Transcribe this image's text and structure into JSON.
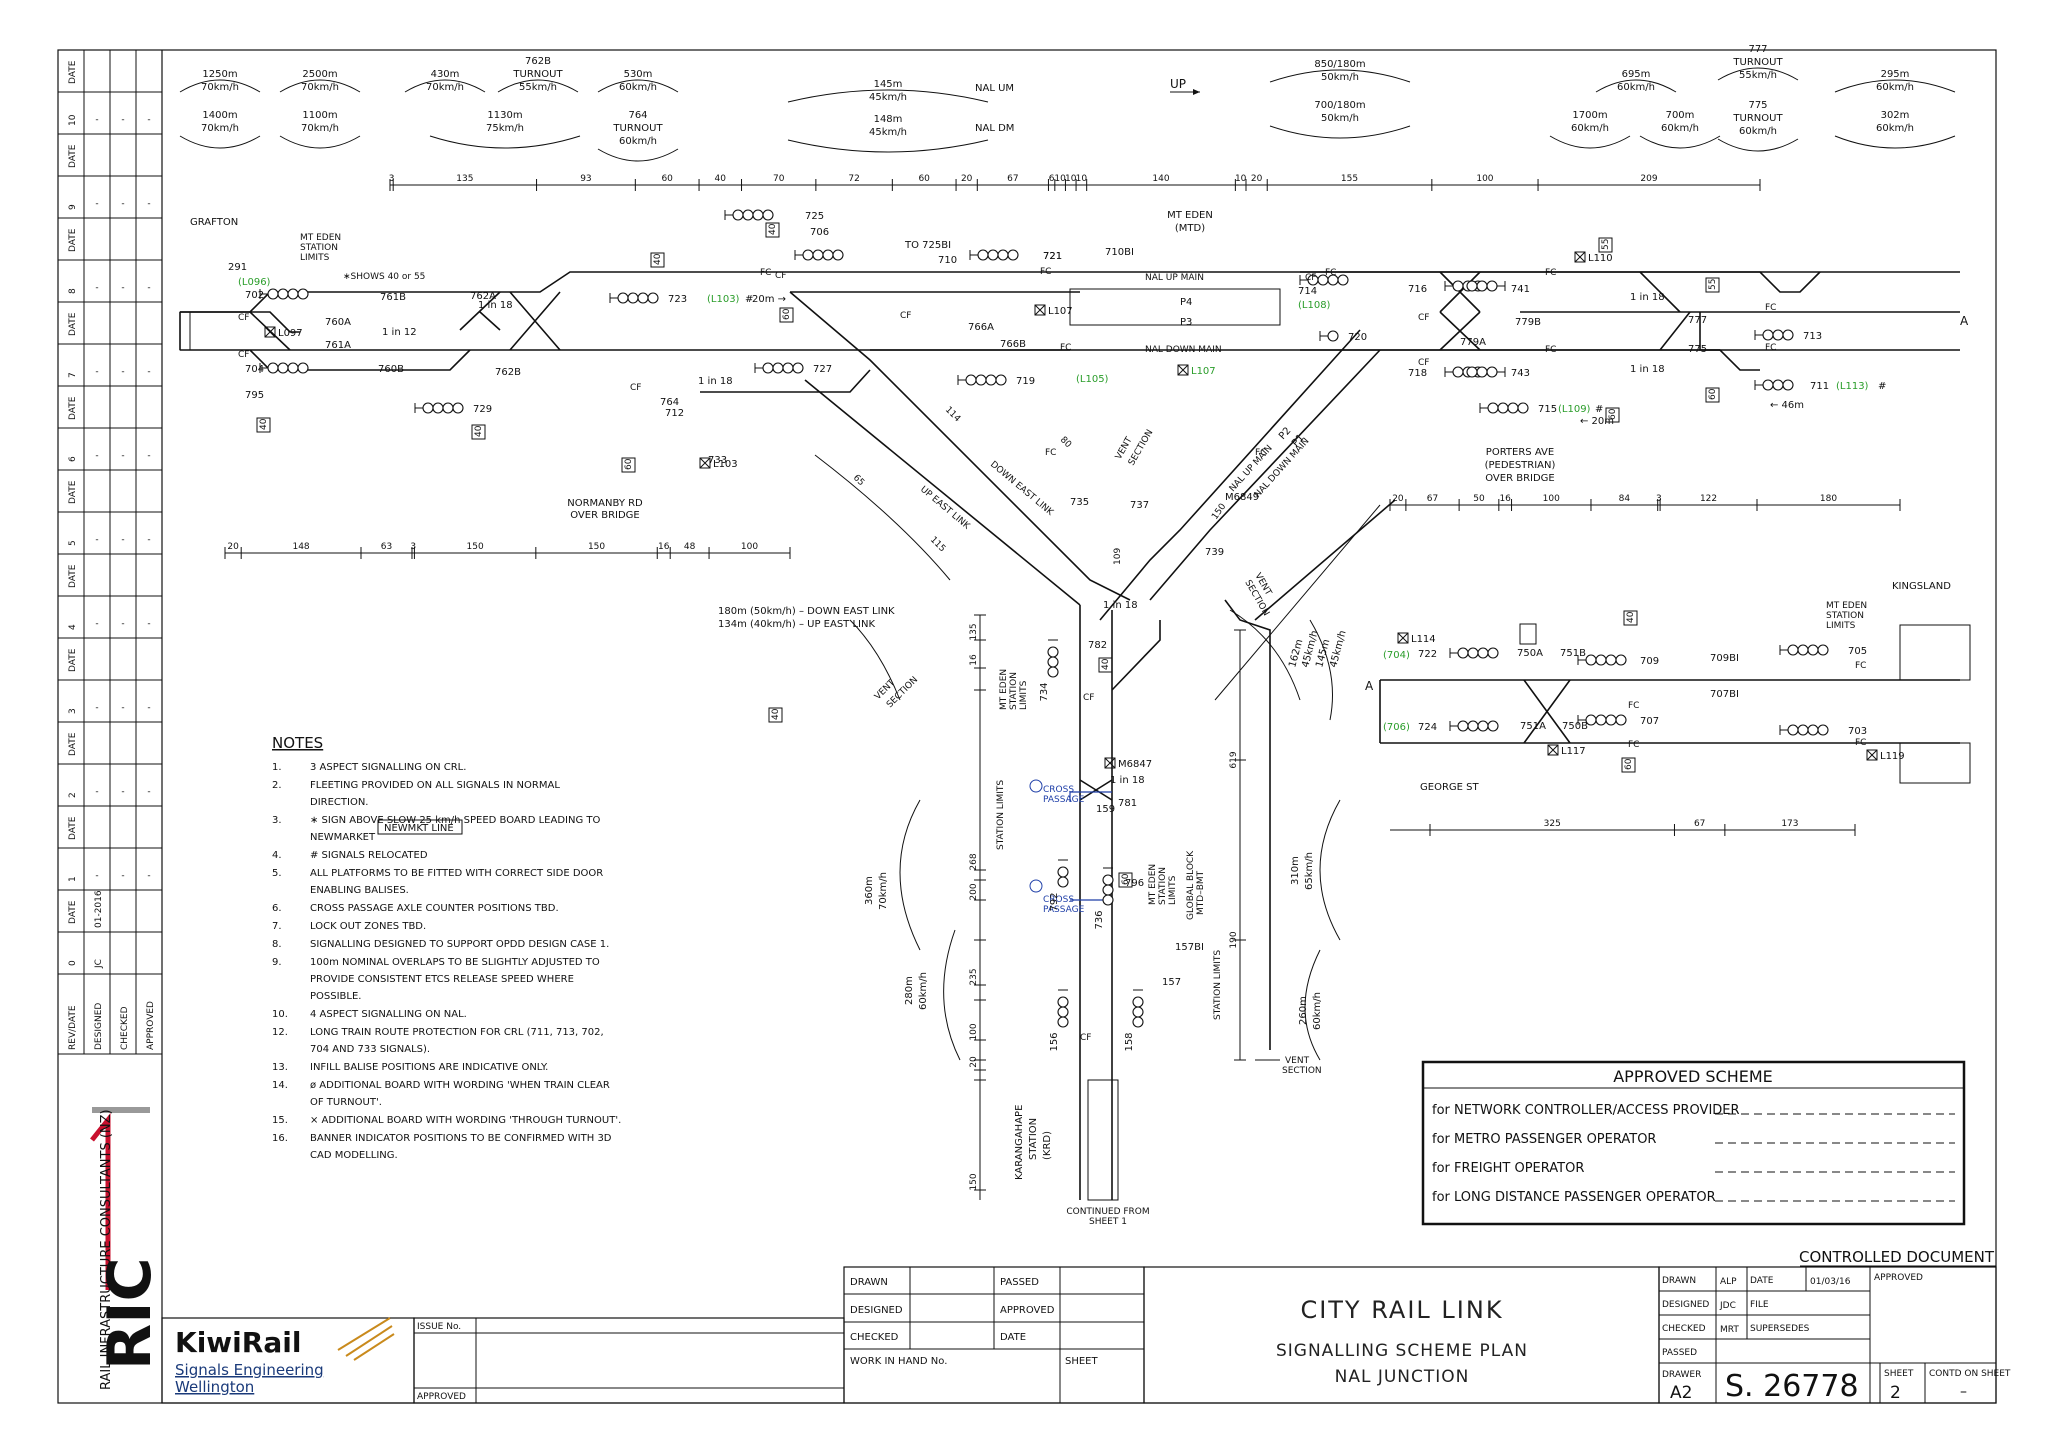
{
  "rev_block": {
    "columns": [
      "DATE",
      "10",
      "DATE",
      "9",
      "DATE",
      "8",
      "DATE",
      "7",
      "DATE",
      "6",
      "DATE",
      "5",
      "DATE",
      "4",
      "DATE",
      "3",
      "DATE",
      "2",
      "DATE",
      "1",
      "DATE",
      "0"
    ],
    "rev0": {
      "designed": "JC",
      "date": "01-2016"
    },
    "labels": {
      "rev": "REV/DATE",
      "designed": "DESIGNED",
      "checked": "CHECKED",
      "approved": "APPROVED"
    },
    "dash": "-"
  },
  "company_vertical": "RAIL INFRASTRUCTURE CONSULTANTS (NZ)",
  "logo_letters": "RIC",
  "kiwirail": {
    "name": "KiwiRail",
    "line1": "Signals Engineering",
    "line2": "Wellington"
  },
  "issue_block": {
    "issue": "ISSUE No.",
    "approved": "APPROVED"
  },
  "sign_block": {
    "drawn": "DRAWN",
    "passed": "PASSED",
    "designed": "DESIGNED",
    "approved": "APPROVED",
    "checked": "CHECKED",
    "date": "DATE",
    "work": "WORK IN HAND No.",
    "sheet": "SHEET"
  },
  "title_block": {
    "title": "CITY RAIL LINK",
    "subtitle1": "SIGNALLING SCHEME PLAN",
    "subtitle2": "NAL JUNCTION",
    "drawn": "DRAWN",
    "drawn_by": "ALP",
    "date_label": "DATE",
    "date": "01/03/16",
    "approved": "APPROVED",
    "designed": "DESIGNED",
    "designed_by": "JDC",
    "file": "FILE",
    "checked": "CHECKED",
    "checked_by": "MRT",
    "supersedes": "SUPERSEDES",
    "passed": "PASSED",
    "drawer": "DRAWER",
    "drawer_val": "A2",
    "number": "S. 26778",
    "sheet_label": "SHEET",
    "sheet": "2",
    "contd": "CONTD ON SHEET",
    "contd_val": "–"
  },
  "controlled": "CONTROLLED DOCUMENT",
  "approved_scheme": {
    "title": "APPROVED SCHEME",
    "rows": [
      "for NETWORK CONTROLLER/ACCESS PROVIDER",
      "for METRO PASSENGER OPERATOR",
      "for FREIGHT OPERATOR",
      "for LONG DISTANCE PASSENGER OPERATOR"
    ]
  },
  "notes": {
    "heading": "NOTES",
    "items": [
      {
        "n": "1.",
        "lines": [
          "3 ASPECT SIGNALLING ON CRL."
        ]
      },
      {
        "n": "2.",
        "lines": [
          "FLEETING PROVIDED ON ALL SIGNALS IN NORMAL",
          "DIRECTION."
        ]
      },
      {
        "n": "3.",
        "lines": [
          "∗ SIGN ABOVE SLOW 25 km/h SPEED BOARD LEADING TO",
          "NEWMARKET"
        ]
      },
      {
        "n": "4.",
        "lines": [
          "# SIGNALS RELOCATED"
        ]
      },
      {
        "n": "5.",
        "lines": [
          "ALL PLATFORMS TO BE FITTED WITH CORRECT SIDE DOOR",
          "ENABLING BALISES."
        ]
      },
      {
        "n": "6.",
        "lines": [
          "CROSS PASSAGE AXLE COUNTER POSITIONS TBD."
        ]
      },
      {
        "n": "7.",
        "lines": [
          "LOCK OUT ZONES TBD."
        ]
      },
      {
        "n": "8.",
        "lines": [
          "SIGNALLING DESIGNED TO SUPPORT OPDD DESIGN CASE 1."
        ]
      },
      {
        "n": "9.",
        "lines": [
          "100m NOMINAL OVERLAPS TO BE SLIGHTLY ADJUSTED TO",
          "PROVIDE CONSISTENT ETCS RELEASE SPEED WHERE",
          "POSSIBLE."
        ]
      },
      {
        "n": "10.",
        "lines": [
          "4 ASPECT SIGNALLING ON NAL."
        ]
      },
      {
        "n": "12.",
        "lines": [
          "LONG TRAIN ROUTE PROTECTION FOR CRL (711, 713, 702,",
          "704 AND 733 SIGNALS)."
        ]
      },
      {
        "n": "13.",
        "lines": [
          "INFILL BALISE POSITIONS ARE INDICATIVE ONLY."
        ]
      },
      {
        "n": "14.",
        "lines": [
          "ø ADDITIONAL BOARD WITH WORDING 'WHEN TRAIN CLEAR",
          "OF TURNOUT'."
        ]
      },
      {
        "n": "15.",
        "lines": [
          "⨯ ADDITIONAL BOARD WITH WORDING 'THROUGH TURNOUT'."
        ]
      },
      {
        "n": "16.",
        "lines": [
          "BANNER INDICATOR POSITIONS TO BE CONFIRMED WITH 3D",
          "CAD MODELLING."
        ]
      }
    ],
    "newmkt_box": "NEWMKT LINE"
  },
  "speed_arcs": [
    {
      "t1": "1250m",
      "t2": "70km/h"
    },
    {
      "t1": "2500m",
      "t2": "70km/h"
    },
    {
      "t1": "430m",
      "t2": "70km/h"
    },
    {
      "t1": "762B",
      "t2": "TURNOUT",
      "t3": "55km/h"
    },
    {
      "t1": "530m",
      "t2": "60km/h"
    },
    {
      "t1": "1400m",
      "t2": "70km/h"
    },
    {
      "t1": "1100m",
      "t2": "70km/h"
    },
    {
      "t1": "1130m",
      "t2": "75km/h"
    },
    {
      "t1": "764",
      "t2": "TURNOUT",
      "t3": "60km/h"
    },
    {
      "t1": "145m",
      "t2": "45km/h"
    },
    {
      "t1": "148m",
      "t2": "45km/h"
    },
    {
      "t1": "850/180m",
      "t2": "50km/h"
    },
    {
      "t1": "700/180m",
      "t2": "50km/h"
    },
    {
      "t1": "695m",
      "t2": "60km/h"
    },
    {
      "t1": "777",
      "t2": "TURNOUT",
      "t3": "55km/h"
    },
    {
      "t1": "295m",
      "t2": "60km/h"
    },
    {
      "t1": "1700m",
      "t2": "60km/h"
    },
    {
      "t1": "700m",
      "t2": "60km/h"
    },
    {
      "t1": "775",
      "t2": "TURNOUT",
      "t3": "60km/h"
    },
    {
      "t1": "302m",
      "t2": "60km/h"
    }
  ],
  "top_labels": {
    "nal_um": "NAL UM",
    "nal_dm": "NAL DM",
    "up": "UP"
  },
  "top_chain": [
    "3",
    "135",
    "93",
    "60",
    "40",
    "70",
    "72",
    "60",
    "20",
    "67",
    "6",
    "10",
    "10",
    "10",
    "140",
    "10",
    "20",
    "155",
    "100",
    "209"
  ],
  "left_chain": [
    "20",
    "148",
    "63",
    "3",
    "150",
    "150",
    "16",
    "48",
    "100"
  ],
  "right_chain": [
    "20",
    "67",
    "50",
    "16",
    "100",
    "84",
    "3",
    "122",
    "180"
  ],
  "bottom_right_chain": [
    "325",
    "67",
    "173"
  ],
  "places": {
    "grafton": "GRAFTON",
    "mt_eden1": "MT EDEN",
    "mt_eden2": "(MTD)",
    "normanby1": "NORMANBY RD",
    "normanby2": "OVER BRIDGE",
    "porters1": "PORTERS AVE",
    "porters2": "(PEDESTRIAN)",
    "porters3": "OVER BRIDGE",
    "kingsland": "KINGSLAND",
    "george": "GEORGE ST",
    "krd1": "KARANGAHAPE",
    "krd2": "STATION",
    "krd3": "(KRD)",
    "continued1": "CONTINUED FROM",
    "continued2": "SHEET 1",
    "vent": "VENT",
    "section": "SECTION",
    "station_limits": "STATION LIMITS",
    "mt_eden_limits1": "MT EDEN",
    "mt_eden_limits2": "STATION",
    "mt_eden_limits3": "LIMITS",
    "global_block1": "GLOBAL BLOCK",
    "global_block2": "MTD–BMT",
    "down_east_link": "180m (50km/h) – DOWN EAST LINK",
    "up_east_link": "134m (40km/h) – UP EAST LINK",
    "shows": "∗SHOWS 40 or 55",
    "cross": "CROSS",
    "passage": "PASSAGE",
    "nal_up_main": "NAL UP MAIN",
    "nal_down_main": "NAL DOWN MAIN",
    "p1": "P1",
    "p2": "P2",
    "p3": "P3",
    "p4": "P4",
    "a": "A"
  },
  "signals": {
    "s725": "725",
    "s721": "721",
    "s706": "706",
    "s710": "710",
    "s710bi": "710BI",
    "s723": "723",
    "s727": "727",
    "s719": "719",
    "s702": "702",
    "s704": "704",
    "s291": "291",
    "s795": "795",
    "s729": "729",
    "s733": "733",
    "s712": "712",
    "s764": "764",
    "s762a": "762A",
    "s762b": "762B",
    "s761a": "761A",
    "s761b": "761B",
    "s760a": "760A",
    "s760b": "760B",
    "s766a": "766A",
    "s766b": "766B",
    "s725bi": "725BI",
    "to725bi": "TO 725BI",
    "s735": "735",
    "s737": "737",
    "s739": "739",
    "s714": "714",
    "s716": "716",
    "s718": "718",
    "s720": "720",
    "s741": "741",
    "s743": "743",
    "s715": "715",
    "s711": "711",
    "s713": "713",
    "s777": "777",
    "s775": "775",
    "s779a": "779A",
    "s779b": "779B",
    "s722": "722",
    "s724": "724",
    "s705": "705",
    "s703": "703",
    "s709": "709",
    "s707": "707",
    "s709bi": "709BI",
    "s707bi": "707BI",
    "s750a": "750A",
    "s751a": "751A",
    "s751b": "751B",
    "s750b": "750B",
    "s734": "734",
    "s782": "782",
    "s792": "792",
    "s159": "159",
    "s781": "781",
    "s736": "736",
    "s796": "796",
    "s157": "157",
    "s157bi": "157BI",
    "s156": "156",
    "s158": "158",
    "l096": "(L096)",
    "l097": "L097",
    "l103": "(L103)",
    "l103b": "L103",
    "l105": "(L105)",
    "l107": "L107",
    "l107g": "L107",
    "l108": "(L108)",
    "l109": "(L109)",
    "l110": "L110",
    "l113": "(L113)",
    "l114": "L114",
    "l117": "L117",
    "l119": "L119",
    "g704": "(704)",
    "g706": "(706)",
    "m6849": "M6849",
    "m6847": "M6847",
    "fc": "FC",
    "cf": "CF",
    "in18": "1 in 18",
    "in12": "1 in 12",
    "m20": "20m →",
    "m20b": "← 20m",
    "m46": "← 46m",
    "hash": "#"
  },
  "vertical_dims": {
    "d135": "135",
    "d16": "16",
    "d268": "268",
    "d200": "200",
    "d235": "235",
    "d100": "100",
    "d20": "20",
    "d150": "150",
    "d109": "109",
    "d65": "65",
    "d115": "115",
    "d80": "80",
    "d114": "114",
    "d619": "619",
    "d190": "190",
    "d150b": "150"
  },
  "diag_speeds": {
    "a1": "360m",
    "a1b": "70km/h",
    "a2": "280m",
    "a2b": "60km/h",
    "a3": "310m",
    "a3b": "65km/h",
    "a4": "260m",
    "a4b": "60km/h",
    "a5": "162m",
    "a5b": "45km/h",
    "a6": "145m",
    "a6b": "45km/h",
    "dl": "DOWN EAST LINK",
    "ul": "UP EAST LINK",
    "s40": "40",
    "s55": "55",
    "s60": "60"
  },
  "colors": {
    "track": "#111111",
    "green": "#2a9d2a",
    "blue": "#1f3fa8"
  }
}
